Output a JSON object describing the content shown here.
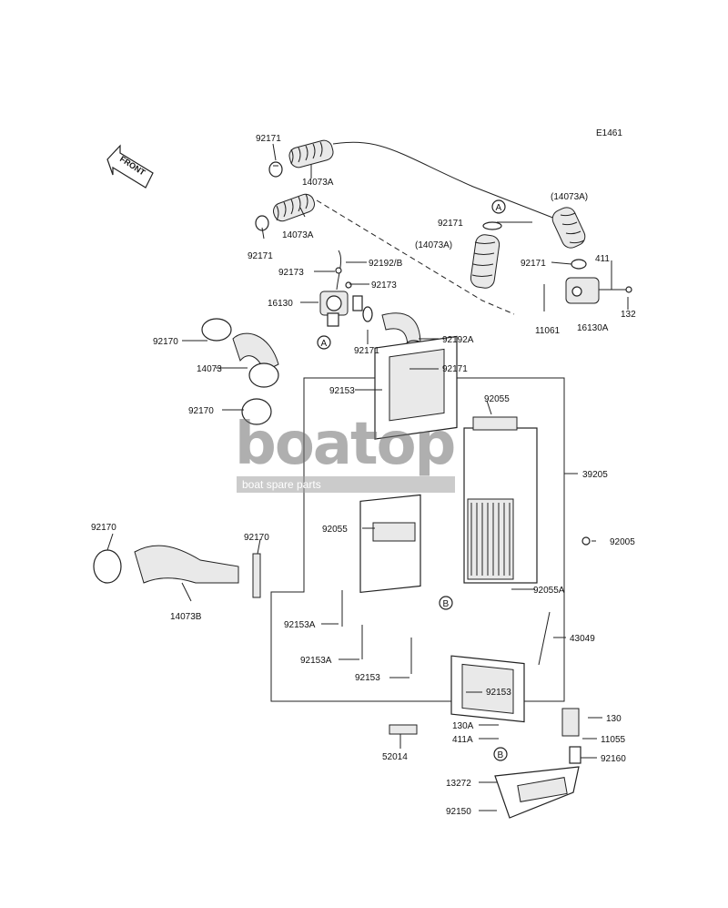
{
  "diagram_code": "E1461",
  "front_label": "FRONT",
  "watermark": {
    "logo": "boatop",
    "tagline": "boat spare parts"
  },
  "callouts": {
    "A": "A",
    "B": "B"
  },
  "part_labels": [
    "92171",
    "14073A",
    "(14073A)",
    "92171",
    "14073A",
    "92171",
    "(14073A)",
    "92171",
    "411",
    "132",
    "11061",
    "16130A",
    "92173",
    "92192/B",
    "92173",
    "16130",
    "92171",
    "92192A",
    "92170",
    "14073",
    "92171",
    "92153",
    "92055",
    "92170",
    "39205",
    "92055",
    "92005",
    "92170",
    "92170",
    "92055A",
    "14073B",
    "92153A",
    "43049",
    "92153A",
    "92153",
    "92153",
    "130A",
    "130",
    "411A",
    "11055",
    "52014",
    "92160",
    "13272",
    "92150"
  ]
}
